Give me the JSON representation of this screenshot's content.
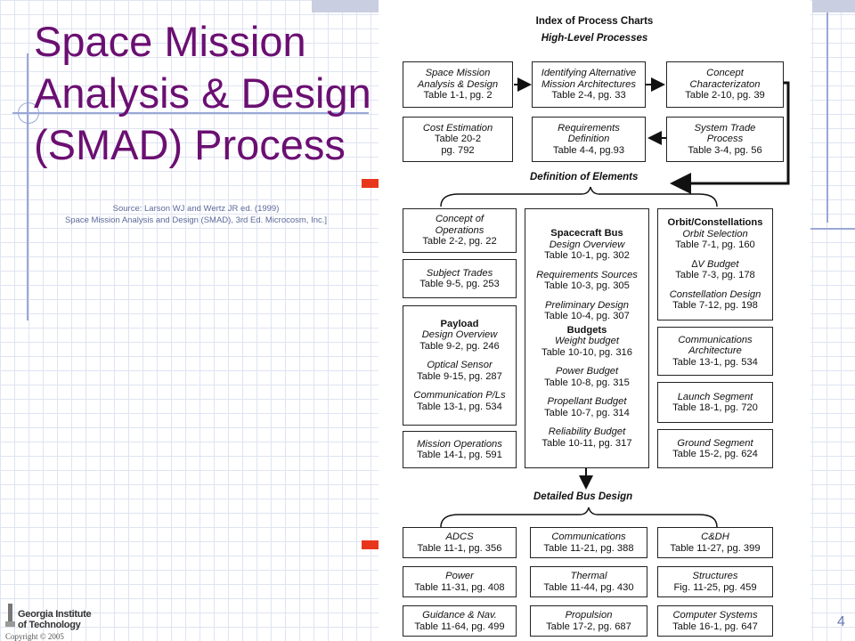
{
  "slide": {
    "title_lines": [
      "Space Mission",
      "Analysis & Design",
      "(SMAD) Process"
    ],
    "source_lines": [
      "Source: Larson WJ and Wertz JR ed. (1999)",
      "Space Mission Analysis and Design (SMAD), 3rd Ed. Microcosm, Inc.]"
    ],
    "page_number": "4",
    "logo_lines": [
      "Georgia Institute",
      "of Technology"
    ],
    "copyright": "Copyright © 2005",
    "accent_color": "#6b0f72",
    "arrow_color": "#e8361c"
  },
  "chart": {
    "header": "Index of Process Charts",
    "subheader": "High-Level Processes",
    "high_level": {
      "space_mission": [
        "Space Mission",
        "Analysis & Design",
        "Table 1-1, pg. 2"
      ],
      "identifying": [
        "Identifying Alternative",
        "Mission Architectures",
        "Table 2-4, pg. 33"
      ],
      "concept_char": [
        "Concept",
        "Characterizaton",
        "Table 2-10, pg. 39"
      ],
      "cost": [
        "Cost Estimation",
        "Table 20-2",
        "pg. 792"
      ],
      "requirements": [
        "Requirements",
        "Definition",
        "Table 4-4, pg.93"
      ],
      "system_trade": [
        "System Trade",
        "Process",
        "Table 3-4, pg. 56"
      ]
    },
    "definition_label": "Definition of Elements",
    "elements": {
      "concept_ops": [
        "Concept of",
        "Operations",
        "Table 2-2, pg. 22"
      ],
      "subject_trades": [
        "Subject Trades",
        "Table 9-5, pg. 253"
      ],
      "payload": {
        "heading": "Payload",
        "items": [
          [
            "Design Overview",
            "Table 9-2, pg. 246"
          ],
          [
            "Optical Sensor",
            "Table 9-15, pg. 287"
          ],
          [
            "Communication P/Ls",
            "Table 13-1, pg. 534"
          ]
        ]
      },
      "mission_ops": [
        "Mission Operations",
        "Table 14-1, pg. 591"
      ],
      "spacecraft_bus": {
        "heading": "Spacecraft Bus",
        "items": [
          [
            "Design Overview",
            "Table 10-1, pg. 302"
          ],
          [
            "Requirements Sources",
            "Table 10-3, pg. 305"
          ],
          [
            "Preliminary Design",
            "Table 10-4, pg. 307"
          ]
        ],
        "budgets_heading": "Budgets",
        "budgets": [
          [
            "Weight budget",
            "Table 10-10, pg. 316"
          ],
          [
            "Power Budget",
            "Table 10-8, pg. 315"
          ],
          [
            "Propellant Budget",
            "Table 10-7, pg. 314"
          ],
          [
            "Reliability Budget",
            "Table 10-11, pg. 317"
          ]
        ]
      },
      "orbit": {
        "heading": "Orbit/Constellations",
        "items": [
          [
            "Orbit Selection",
            "Table 7-1, pg. 160"
          ],
          [
            "∆V Budget",
            "Table 7-3, pg. 178"
          ],
          [
            "Constellation Design",
            "Table 7-12, pg. 198"
          ]
        ]
      },
      "comm_arch": [
        "Communications",
        "Architecture",
        "Table 13-1, pg. 534"
      ],
      "launch": [
        "Launch Segment",
        "Table 18-1, pg. 720"
      ],
      "ground": [
        "Ground Segment",
        "Table 15-2, pg. 624"
      ]
    },
    "detailed_label": "Detailed Bus Design",
    "detailed": [
      [
        "ADCS",
        "Table 11-1, pg. 356"
      ],
      [
        "Communications",
        "Table 11-21, pg. 388"
      ],
      [
        "C&DH",
        "Table 11-27, pg. 399"
      ],
      [
        "Power",
        "Table 11-31, pg. 408"
      ],
      [
        "Thermal",
        "Table 11-44, pg. 430"
      ],
      [
        "Structures",
        "Fig. 11-25, pg. 459"
      ],
      [
        "Guidance & Nav.",
        "Table 11-64, pg. 499"
      ],
      [
        "Propulsion",
        "Table 17-2, pg. 687"
      ],
      [
        "Computer Systems",
        "Table 16-1, pg. 647"
      ]
    ]
  }
}
